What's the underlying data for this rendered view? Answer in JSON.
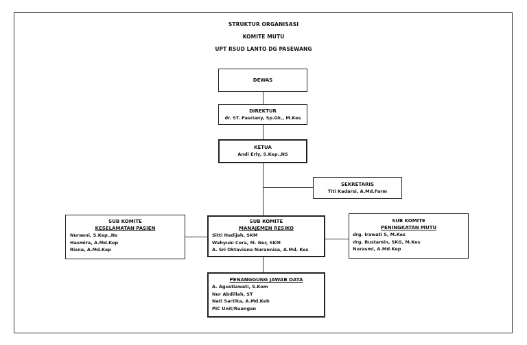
{
  "header": {
    "line1": "STRUKTUR ORGANISASI",
    "line2": "KOMITE MUTU",
    "line3": "UPT RSUD LANTO DG PASEWANG"
  },
  "nodes": {
    "dewas": {
      "title": "DEWAS"
    },
    "direktur": {
      "title": "DIREKTUR",
      "name": "dr. ST. Pasriany, Sp.Gk., M.Kes"
    },
    "ketua": {
      "title": "KETUA",
      "name": "Andi Erly, S.Kep.,NS"
    },
    "sekretaris": {
      "title": "SEKRETARIS",
      "name": "Titi Kadarsi, A.Md.Farm"
    },
    "keselamatan": {
      "title": "SUB KOMITE",
      "subtitle": "KESELAMATAN PASIEN",
      "members": [
        "Nuraeni, S.Kep.,Ns",
        "Hasmira, A.Md.Kep",
        "Risna, A.Md.Kep"
      ]
    },
    "manajemen": {
      "title": "SUB KOMITE",
      "subtitle": "MANAJEMEN RESIKO",
      "members": [
        "Sitti Hadijah, SKM",
        "Wahyuni Cora, M. Nur, SKM",
        "A. Sri Oktaviana Nurannisa, A.Md. Kes"
      ]
    },
    "peningkatan": {
      "title": "SUB KOMITE",
      "subtitle": "PENINGKATAN MUTU",
      "members": [
        "drg. Irawati S, M.Kes",
        "drg. Bustamin, SKG, M.Kes",
        "Nurasmi, A.Md.Kep"
      ]
    },
    "penanggung": {
      "title": "PENANGGUNG JAWAB DATA",
      "members": [
        "A. Agustiawati, S.Kom",
        "Nur Abdillah, ST",
        "Nati Sartika, A.Md.Keb",
        "PIC Unit/Ruangan"
      ]
    }
  }
}
